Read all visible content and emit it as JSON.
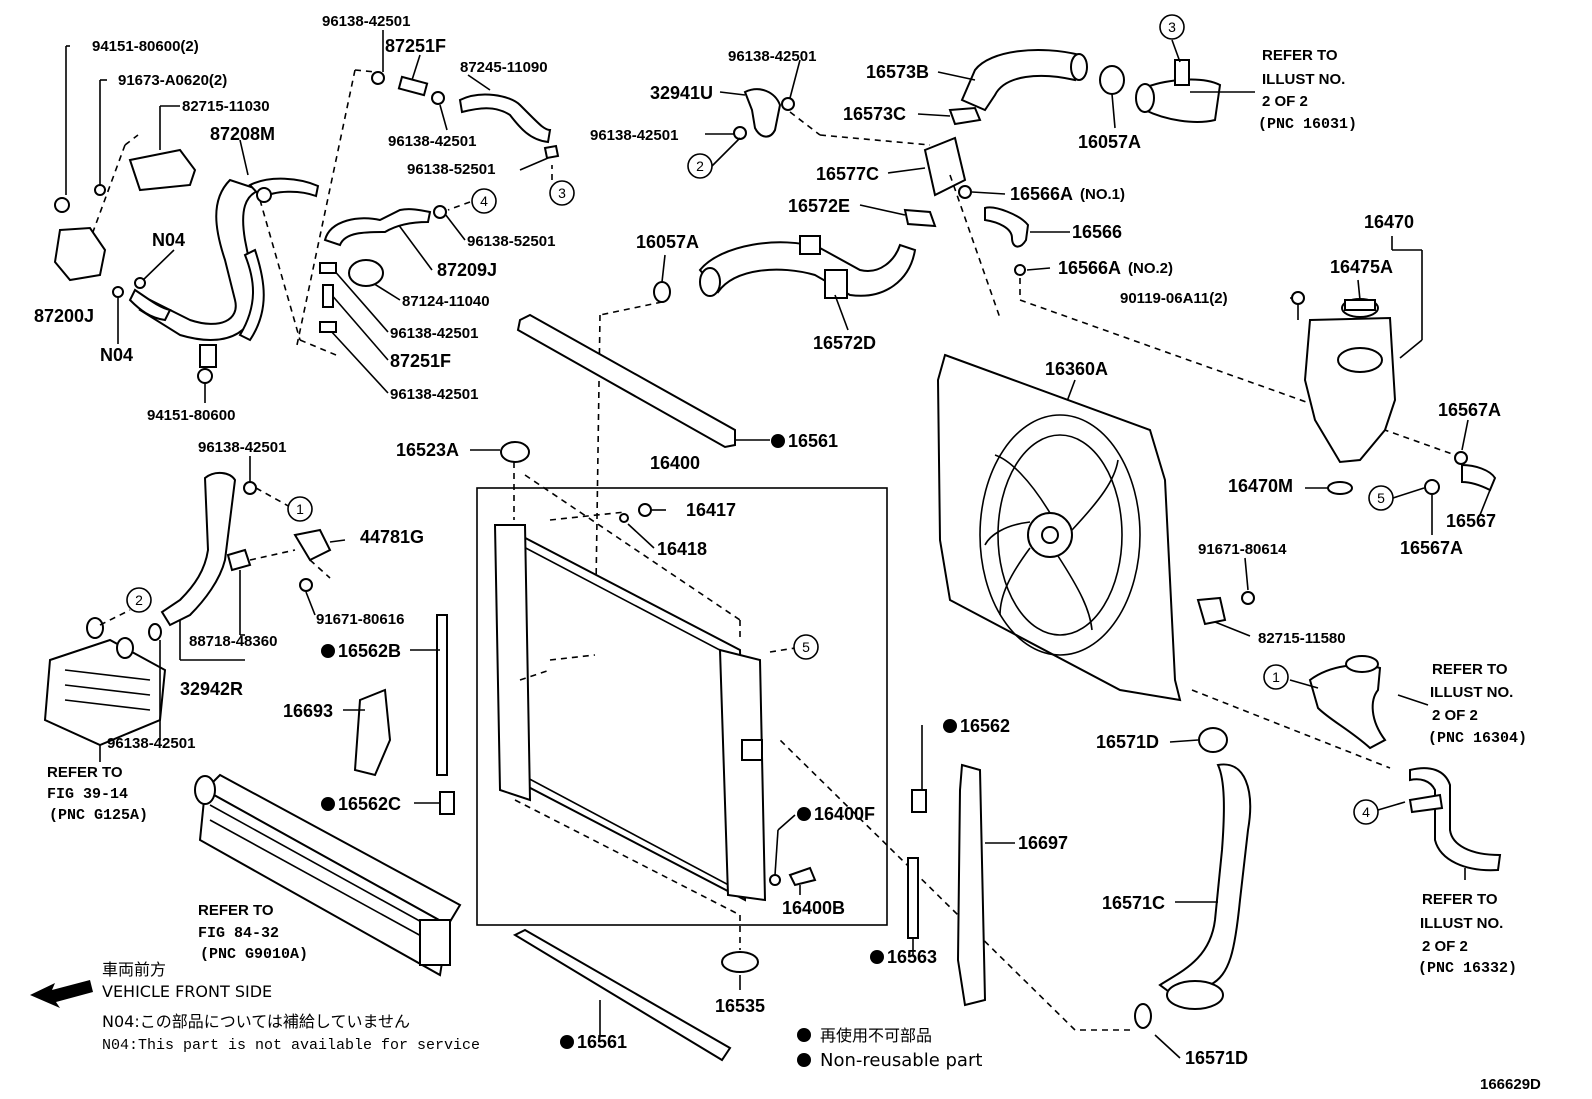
{
  "parts": {
    "p94151_80600_2": "94151-80600(2)",
    "p96138_42501_a": "96138-42501",
    "p87251F_a": "87251F",
    "p87245_11090": "87245-11090",
    "p91673_A0620_2": "91673-A0620(2)",
    "p82715_11030": "82715-11030",
    "p87208M": "87208M",
    "p96138_42501_b": "96138-42501",
    "p96138_52501_a": "96138-52501",
    "pN04_a": "N04",
    "p87200J": "87200J",
    "pN04_b": "N04",
    "p94151_80600": "94151-80600",
    "p96138_52501_b": "96138-52501",
    "p87209J": "87209J",
    "p87124_11040": "87124-11040",
    "p96138_42501_c": "96138-42501",
    "p87251F_b": "87251F",
    "p96138_42501_d": "96138-42501",
    "p96138_42501_e": "96138-42501",
    "p32941U": "32941U",
    "p96138_42501_f": "96138-42501",
    "p16573B": "16573B",
    "p16573C": "16573C",
    "p16057A_a": "16057A",
    "p16577C": "16577C",
    "p16566A_1": "16566A",
    "p16566A_1_note": "(NO.1)",
    "p16572E": "16572E",
    "p16566": "16566",
    "p16566A_2": "16566A",
    "p16566A_2_note": "(NO.2)",
    "p16057A_b": "16057A",
    "p16572D": "16572D",
    "p16470": "16470",
    "p16475A": "16475A",
    "p90119_06A11_2": "90119-06A11(2)",
    "p16360A": "16360A",
    "p16567A_a": "16567A",
    "p16470M": "16470M",
    "p16567": "16567",
    "p16567A_b": "16567A",
    "p91671_80614": "91671-80614",
    "p82715_11580": "82715-11580",
    "p96138_42501_g": "96138-42501",
    "p44781G": "44781G",
    "p91671_80616": "91671-80616",
    "p88718_48360": "88718-48360",
    "p32942R": "32942R",
    "p96138_42501_h": "96138-42501",
    "p16523A": "16523A",
    "p16400": "16400",
    "p16417": "16417",
    "p16418": "16418",
    "p16561_a": "16561",
    "p16562B": "16562B",
    "p16693": "16693",
    "p16562C": "16562C",
    "p16400F": "16400F",
    "p16400B": "16400B",
    "p16535": "16535",
    "p16561_b": "16561",
    "p16562": "16562",
    "p16697": "16697",
    "p16563": "16563",
    "p16571D_a": "16571D",
    "p16571C": "16571C",
    "p16571D_b": "16571D"
  },
  "callouts": {
    "c1": "1",
    "c2": "2",
    "c3": "3",
    "c4": "4",
    "c5": "5"
  },
  "refs": {
    "r1_l1": "REFER TO",
    "r1_l2": "ILLUST NO.",
    "r1_l3": "2 OF 2",
    "r1_l4": "(PNC 16031)",
    "r2_l1": "REFER TO",
    "r2_l2": "ILLUST NO.",
    "r2_l3": "2 OF 2",
    "r2_l4": "(PNC 16304)",
    "r3_l1": "REFER TO",
    "r3_l2": "ILLUST NO.",
    "r3_l3": "2 OF 2",
    "r3_l4": "(PNC 16332)",
    "r4_l1": "REFER TO",
    "r4_l2": "FIG 39-14",
    "r4_l3": "(PNC G125A)",
    "r5_l1": "REFER TO",
    "r5_l2": "FIG 84-32",
    "r5_l3": "(PNC G9010A)"
  },
  "notes": {
    "front_jp": "車両前方",
    "front_en": "VEHICLE FRONT SIDE",
    "n04_jp": "N04:この部品については補給していません",
    "n04_en": "N04:This part is not available for service",
    "nonreuse_jp": "再使用不可部品",
    "nonreuse_en": "Non-reusable part",
    "diagram_id": "166629D"
  }
}
